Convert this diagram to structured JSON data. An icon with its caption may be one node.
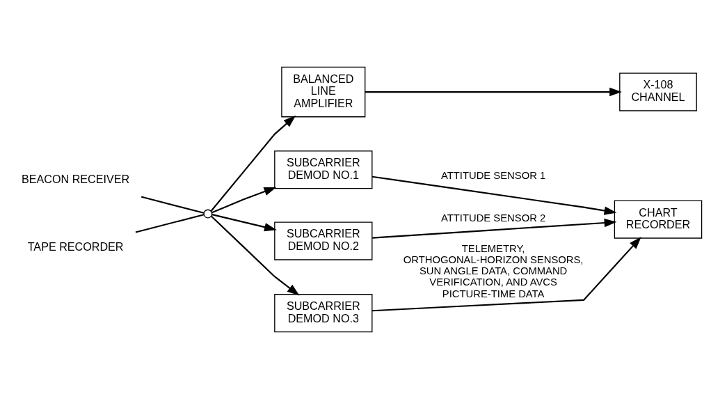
{
  "diagram": {
    "nodes": [
      {
        "text": [
          "BEACON RECEIVER"
        ]
      },
      {
        "text": [
          "TAPE RECORDER"
        ]
      },
      {
        "text": [],
        "shape": "switch"
      },
      {
        "text": [
          "BALANCED LINE AMPLIFIER"
        ]
      },
      {
        "text": [
          "X-108 CHANNEL"
        ]
      },
      {
        "text": [
          "SUBCARRIER DEMOD NO.1"
        ]
      },
      {
        "text": [
          "SUBCARRIER DEMOD NO.2"
        ]
      },
      {
        "text": [
          "SUBCARRIER DEMOD NO.3"
        ]
      },
      {
        "text": [
          "CHART RECORDER"
        ]
      }
    ],
    "edges": [
      {
        "from": 0,
        "to": 2,
        "arrow": "none"
      },
      {
        "from": 1,
        "to": 2,
        "arrow": "none"
      },
      {
        "from": 2,
        "to": 3,
        "arrow": "to"
      },
      {
        "from": 2,
        "to": 5,
        "arrow": "to"
      },
      {
        "from": 2,
        "to": 6,
        "arrow": "to"
      },
      {
        "from": 2,
        "to": 7,
        "arrow": "to"
      },
      {
        "from": 3,
        "to": 4,
        "arrow": "to"
      },
      {
        "from": 5,
        "to": 8,
        "arrow": "to",
        "label": "ATTITUDE SENSOR 1"
      },
      {
        "from": 6,
        "to": 8,
        "arrow": "to",
        "label": "ATTITUDE SENSOR 2"
      },
      {
        "from": 7,
        "to": 8,
        "arrow": "to",
        "label": "TELEMETRY, ORTHOGONAL-HORIZON SENSORS, SUN ANGLE DATA, COMMAND VERIFICATION, AND AVCS PICTURE-TIME DATA"
      }
    ]
  }
}
